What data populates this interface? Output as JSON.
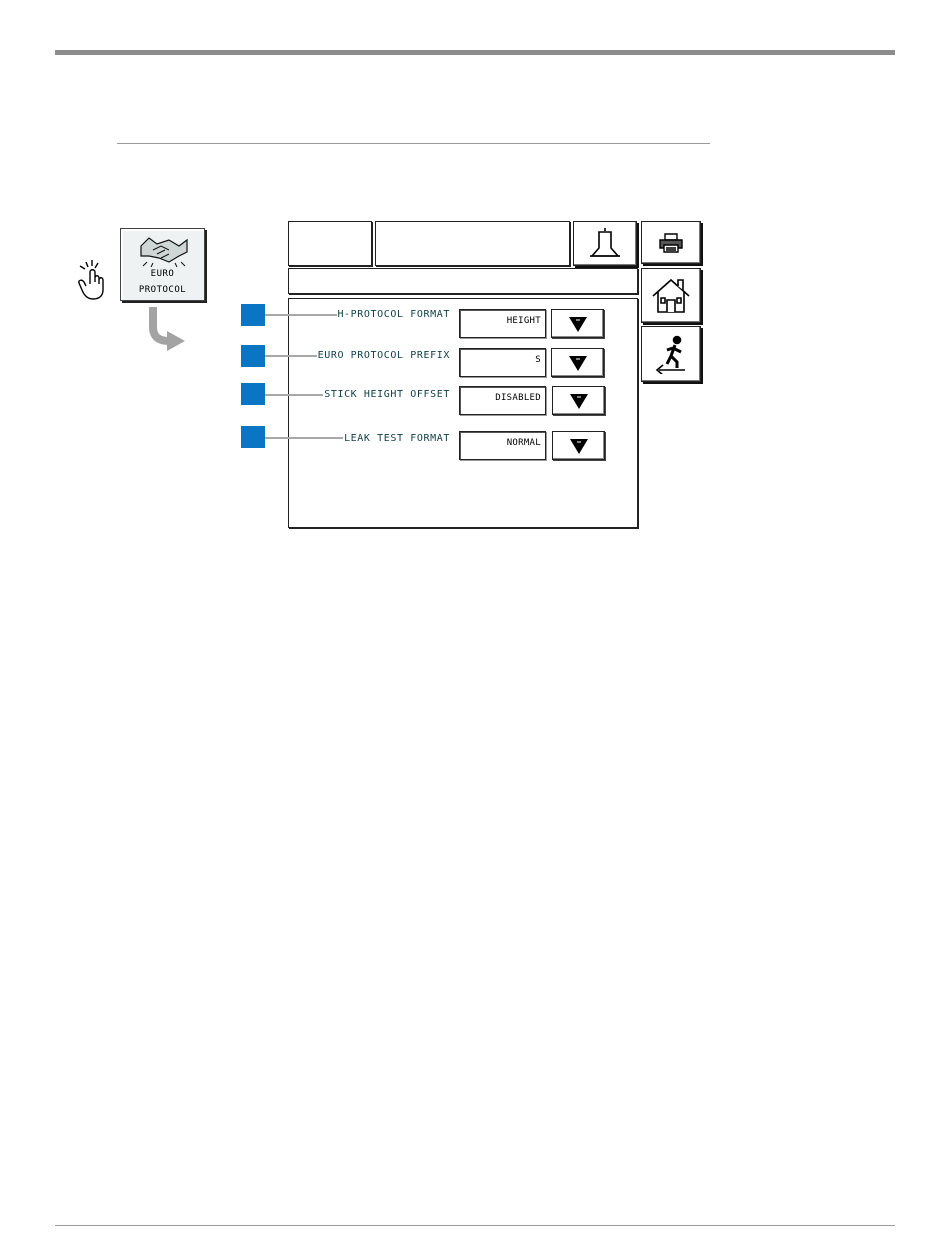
{
  "euro_button": {
    "line1": "EURO",
    "line2": "PROTOCOL"
  },
  "icons": {
    "tap": "touch-hand-icon",
    "arrow": "curved-down-arrow-icon",
    "bell": "bell-icon",
    "printer": "printer-icon",
    "home": "home-icon",
    "exit": "exit-icon",
    "dropdown": "triangle-down-icon",
    "handshake": "handshake-icon"
  },
  "colors": {
    "marker": "#0a75c2",
    "label_text": "#0f3f46",
    "leader": "#a8a8a8"
  },
  "settings": [
    {
      "label": "H-PROTOCOL FORMAT",
      "value": "HEIGHT"
    },
    {
      "label": "EURO PROTOCOL PREFIX",
      "value": "S"
    },
    {
      "label": "STICK HEIGHT OFFSET",
      "value": "DISABLED"
    },
    {
      "label": "LEAK TEST FORMAT",
      "value": "NORMAL"
    }
  ]
}
